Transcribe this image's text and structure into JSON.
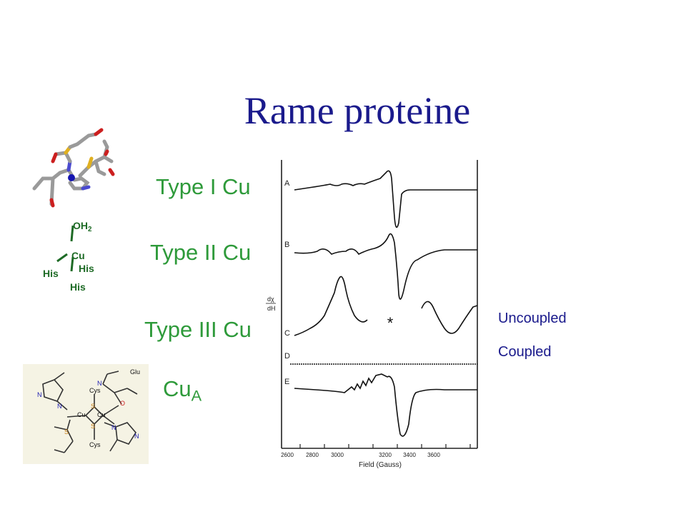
{
  "slide": {
    "title": "Rame proteine",
    "type_labels": {
      "type1": "Type I Cu",
      "type2": "Type II Cu",
      "type3": "Type III Cu",
      "cua_main": "Cu",
      "cua_sub": "A"
    },
    "right_labels": [
      "Uncoupled",
      "Coupled"
    ],
    "type2_site": {
      "oh": "OH",
      "oh_sub": "2",
      "cu": "Cu",
      "his_left": "His",
      "his_right": "His",
      "his_bottom": "His"
    },
    "cua_structure": {
      "glu": "Glu",
      "cys_top": "Cys",
      "cys_bottom": "Cys",
      "cu": "Cu",
      "s": "S",
      "n": "N",
      "o": "O"
    },
    "epr": {
      "trace_labels": [
        "A",
        "B",
        "C",
        "D",
        "E"
      ],
      "x_ticks": [
        "2600",
        "2800",
        "3000",
        "3200",
        "3400",
        "3600"
      ],
      "x_label": "Field (Gauss)",
      "y_label_top": "dχ",
      "y_label_bottom": "dH",
      "asterisk": "*"
    },
    "colors": {
      "title": "#1a1a8c",
      "type_label": "#2e9a3a",
      "site_label": "#1e6b26",
      "right_label": "#1a1a8c"
    }
  }
}
